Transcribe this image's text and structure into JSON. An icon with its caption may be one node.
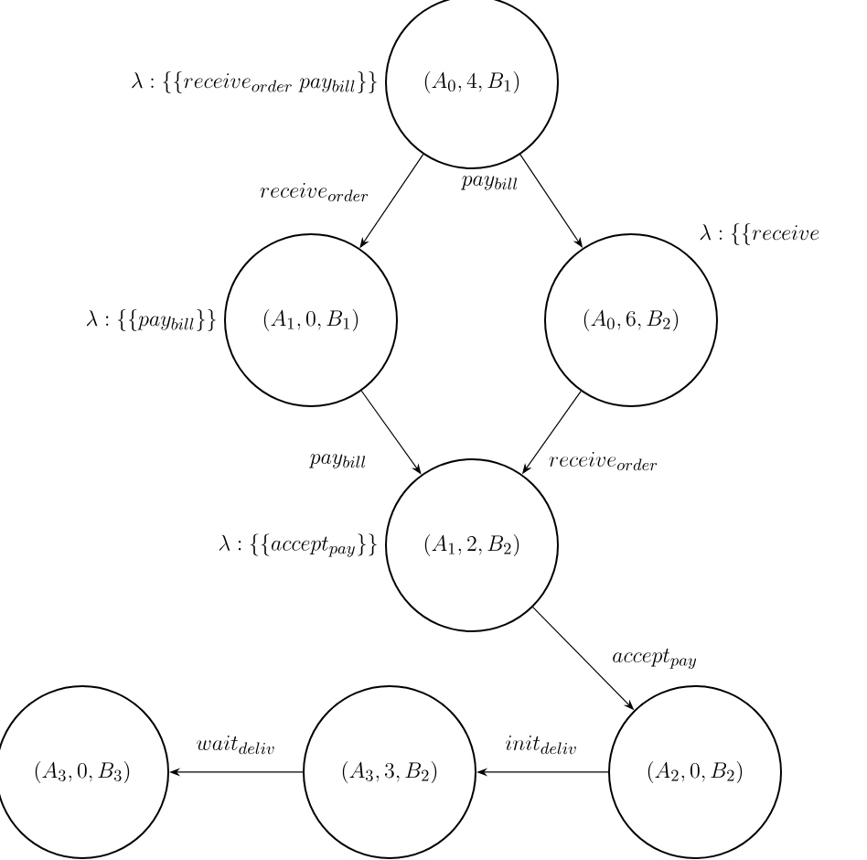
{
  "diagram": {
    "nodes": [
      {
        "text": [
          "(A_0, 4, B_1)"
        ],
        "beside": [
          "\\lambda : \\{\\{receive_{order}\\ pay_{bill}\\}\\}"
        ]
      },
      {
        "text": [
          "(A_1, 0, B_1)"
        ],
        "beside": [
          "\\lambda : \\{\\{pay_{bill}\\}\\}"
        ]
      },
      {
        "text": [
          "(A_0, 6, B_2)"
        ],
        "beside": [
          "\\lambda : \\{\\{receive"
        ]
      },
      {
        "text": [
          "(A_1, 2, B_2)"
        ],
        "beside": [
          "\\lambda : \\{\\{accept_{pay}\\}\\}"
        ]
      },
      {
        "text": [
          "(A_2, 0, B_2)"
        ]
      },
      {
        "text": [
          "(A_3, 3, B_2)"
        ]
      },
      {
        "text": [
          "(A_3, 0, B_3)"
        ]
      }
    ],
    "edges": [
      {
        "from": 0,
        "to": 1,
        "arrow": "to",
        "label": "receive_{order}"
      },
      {
        "from": 0,
        "to": 2,
        "arrow": "to",
        "label": "pay_{bill}"
      },
      {
        "from": 1,
        "to": 3,
        "arrow": "to",
        "label": "pay_{bill}"
      },
      {
        "from": 2,
        "to": 3,
        "arrow": "to",
        "label": "receive_{order}"
      },
      {
        "from": 3,
        "to": 4,
        "arrow": "to",
        "label": "accept_{pay}"
      },
      {
        "from": 4,
        "to": 5,
        "arrow": "to",
        "label": "init_{deliv}"
      },
      {
        "from": 5,
        "to": 6,
        "arrow": "to",
        "label": "wait_{deliv}"
      }
    ]
  }
}
